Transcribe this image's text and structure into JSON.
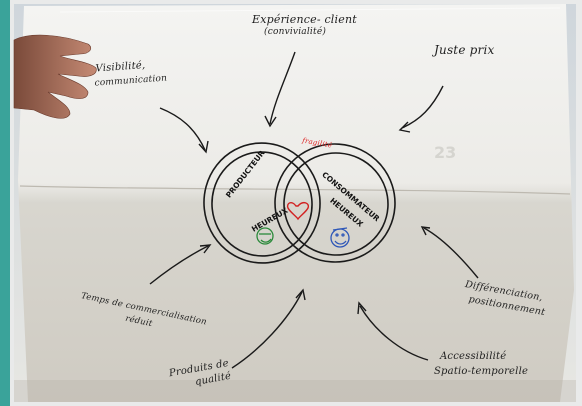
{
  "image": {
    "description_free": true,
    "accent_colors": {
      "teal_frame": "#3aa39a",
      "paper": "#f3f2ee",
      "ink": "#1f1f1f",
      "red_ink": "#d22222",
      "green_ink": "#2a8a3a",
      "blue_ink": "#2f58b8"
    }
  },
  "labels": {
    "top": {
      "line1": "Expérience- client",
      "line2": "(convivialité)"
    },
    "top_left": {
      "line1": "Visibilité,",
      "line2": "communication"
    },
    "top_right": "Juste prix",
    "fragility": "fragilité",
    "producer": {
      "line1": "PRODUCTEUR",
      "line2": "HEUREUX"
    },
    "consumer": {
      "line1": "CONSOMMATEUR",
      "line2": "HEUREUX"
    },
    "bottom_left": {
      "line1": "Temps de commercialisation",
      "line2": "réduit"
    },
    "bottom_center": {
      "line1": "Produits de",
      "line2": "qualité"
    },
    "bottom_right": {
      "line1": "Accessibilité",
      "line2": "Spatio-temporelle"
    },
    "right": {
      "line1": "Différenciation,",
      "line2": "positionnement"
    },
    "page_number": "23"
  },
  "icons": {
    "producer_icon": "smiley-face-green",
    "consumer_icon": "smiley-face-blue",
    "center_icon": "heart-icon"
  }
}
